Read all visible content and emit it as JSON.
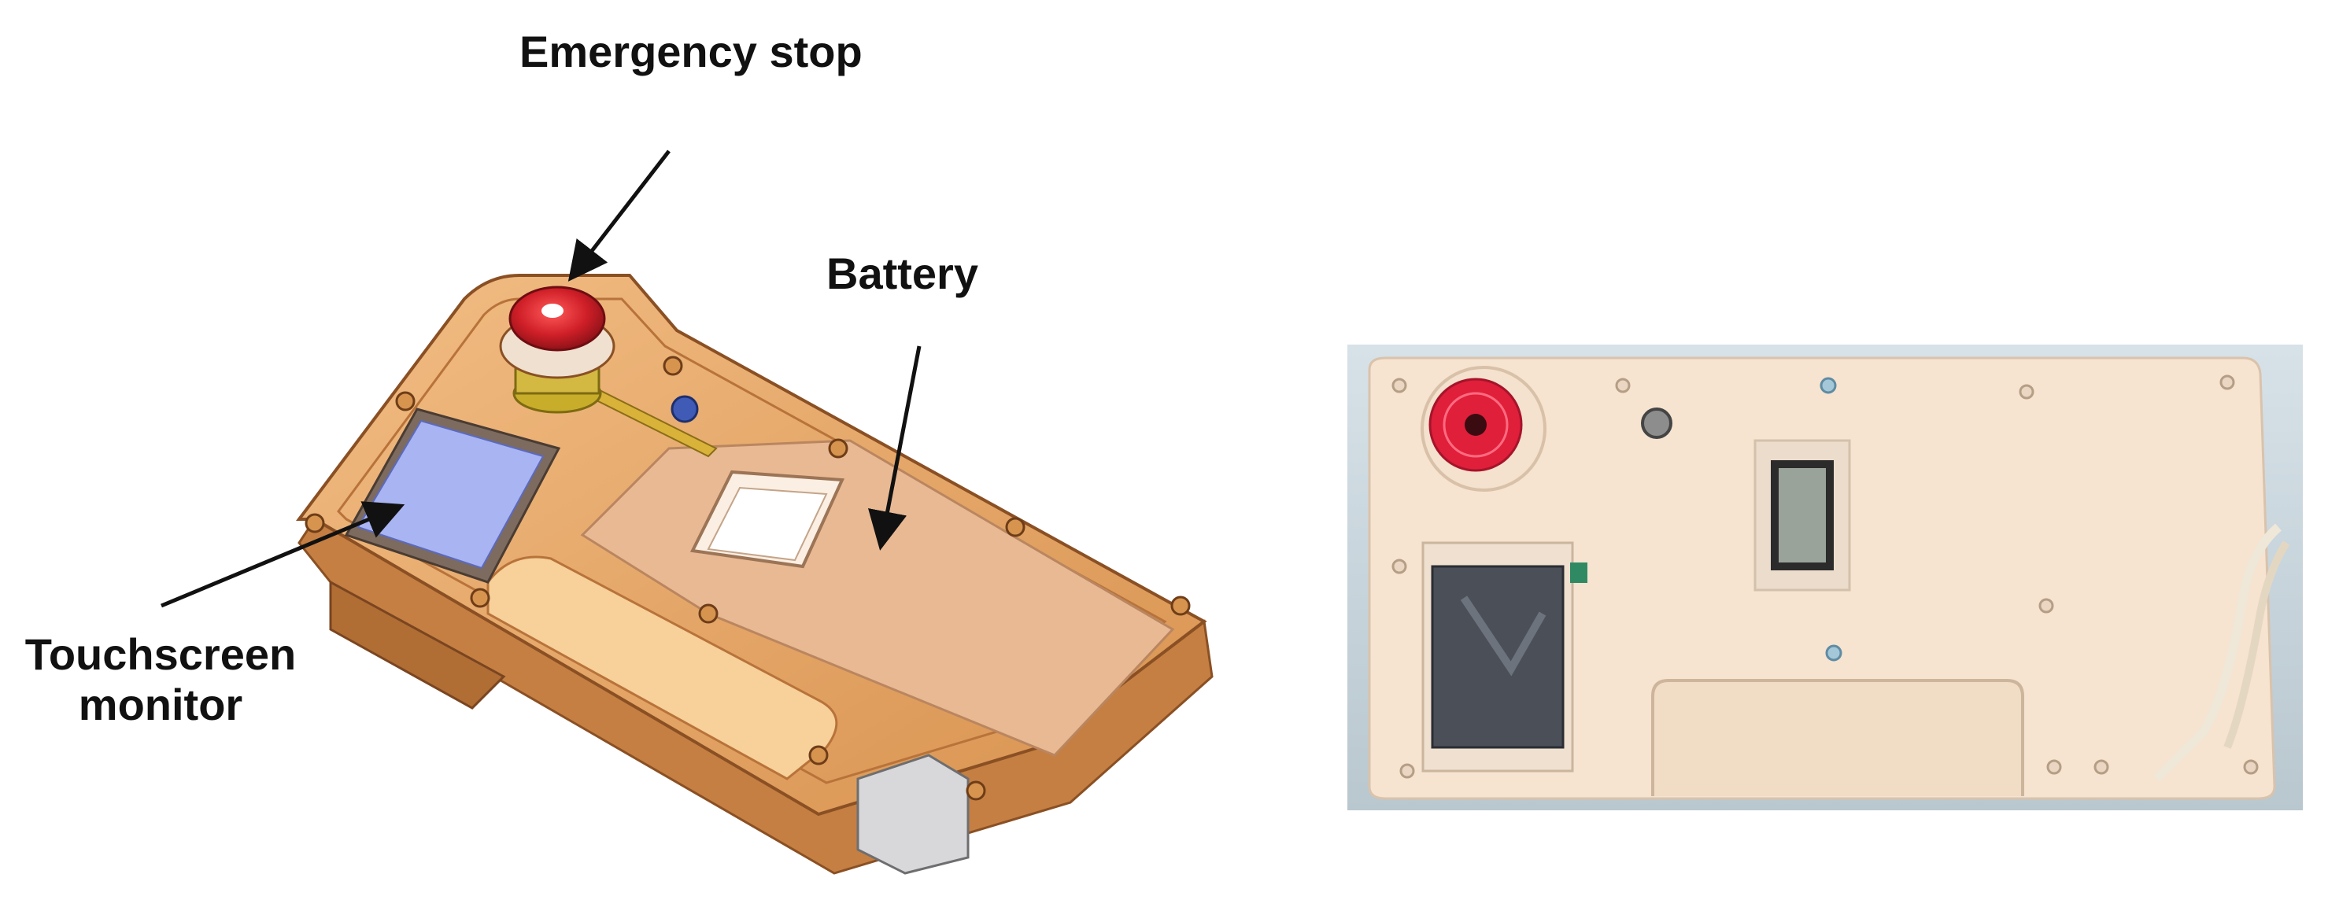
{
  "labels": {
    "emergency_stop": "Emergency stop",
    "battery": "Battery",
    "touchscreen_line1": "Touchscreen",
    "touchscreen_line2": "monitor"
  },
  "colors": {
    "housing_orange": "#e8a86a",
    "housing_edge": "#b5733a",
    "button_red": "#c8202a",
    "screen_blue": "#a9b4f2",
    "battery_panel": "#e9b993",
    "photo_housing": "#f6e3d0",
    "photo_background": "#c9d6de"
  }
}
